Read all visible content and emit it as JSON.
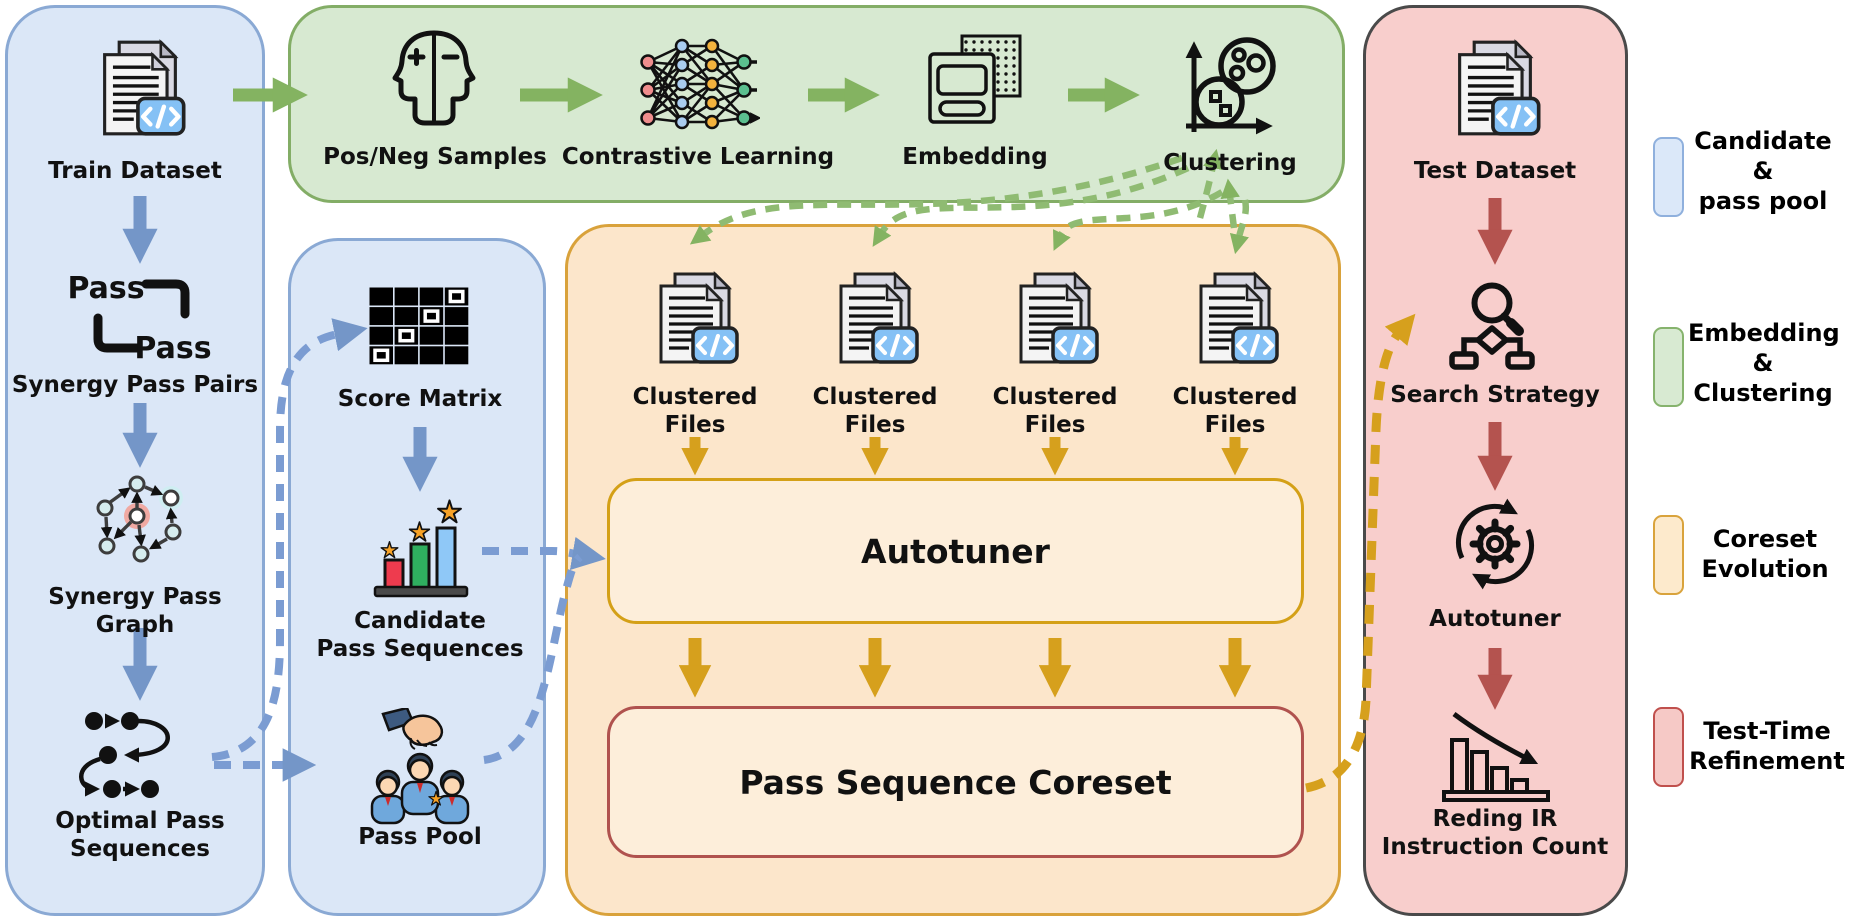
{
  "left_panel": {
    "train_dataset": "Train Dataset",
    "pass_top": "Pass",
    "pass_bottom": "Pass",
    "synergy_pairs": "Synergy Pass Pairs",
    "synergy_graph": "Synergy Pass Graph",
    "optimal": "Optimal Pass\nSequences"
  },
  "embed_panel": {
    "posneg": "Pos/Neg Samples",
    "contrastive": "Contrastive Learning",
    "embedding": "Embedding",
    "clustering": "Clustering"
  },
  "pool_panel": {
    "score_matrix": "Score Matrix",
    "candidate": "Candidate\nPass Sequences",
    "pass_pool": "Pass Pool"
  },
  "coreset_panel": {
    "clustered_files": [
      "Clustered\nFiles",
      "Clustered\nFiles",
      "Clustered\nFiles",
      "Clustered\nFiles"
    ],
    "autotuner": "Autotuner",
    "coreset": "Pass Sequence Coreset"
  },
  "test_panel": {
    "test_dataset": "Test Dataset",
    "search_strategy": "Search Strategy",
    "autotuner": "Autotuner",
    "result": "Reding IR\nInstruction Count"
  },
  "legend": {
    "items": [
      {
        "label": "Candidate\n&\npass pool",
        "fill": "#dbe8f9",
        "border": "#8fb0dd"
      },
      {
        "label": "Embedding\n&\nClustering",
        "fill": "#d8ead2",
        "border": "#86b36d"
      },
      {
        "label": "Coreset\nEvolution",
        "fill": "#fdeacc",
        "border": "#d9a33c"
      },
      {
        "label": "Test-Time\nRefinement",
        "fill": "#f6c9c6",
        "border": "#c0504d"
      }
    ]
  },
  "colors": {
    "blue_arrow": "#7496c8",
    "green_arrow": "#84b361",
    "gold_arrow": "#d6a01d",
    "red_arrow": "#b4534f"
  }
}
